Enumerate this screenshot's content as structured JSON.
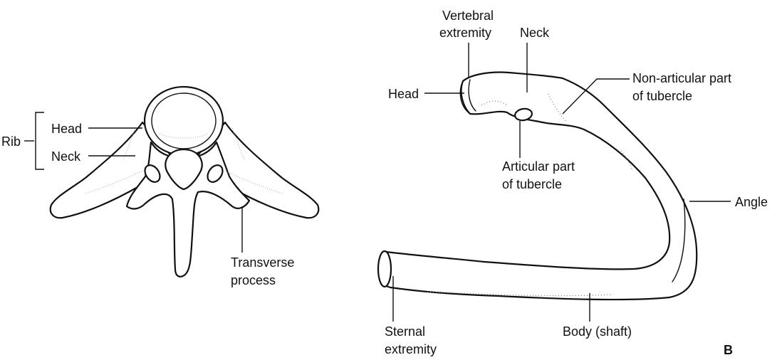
{
  "figure_a": {
    "labels": {
      "rib": "Rib",
      "head": "Head",
      "neck": "Neck",
      "transverse_process_1": "Transverse",
      "transverse_process_2": "process"
    }
  },
  "figure_b": {
    "panel_letter": "B",
    "labels": {
      "vertebral_extremity_1": "Vertebral",
      "vertebral_extremity_2": "extremity",
      "neck": "Neck",
      "head": "Head",
      "non_articular_1": "Non-articular part",
      "non_articular_2": "of tubercle",
      "articular_1": "Articular part",
      "articular_2": "of tubercle",
      "angle": "Angle",
      "sternal_extremity_1": "Sternal",
      "sternal_extremity_2": "extremity",
      "body": "Body (shaft)"
    }
  }
}
